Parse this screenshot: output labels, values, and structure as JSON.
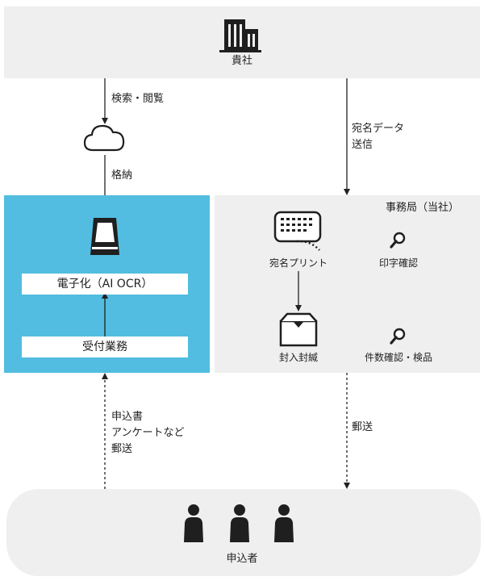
{
  "company": {
    "label": "貴社",
    "icon": "building-icon"
  },
  "applicant": {
    "label": "申込者",
    "icon": "person-icon"
  },
  "arrows": {
    "search_view": "検索・閲覧",
    "storage": "格納",
    "address_send": "宛名データ\n送信",
    "application_mail": "申込書\nアンケートなど\n郵送",
    "mail": "郵送"
  },
  "digitization": {
    "ocr_label": "電子化（AI OCR）",
    "reception_label": "受付業務",
    "scanner_icon": "scanner-icon"
  },
  "office": {
    "title": "事務局（当社）",
    "address_print": "宛名プリント",
    "print_check": "印字確認",
    "sealing": "封入封緘",
    "count_inspect": "件数確認・検品"
  },
  "colors": {
    "digital_bg": "#52bde0",
    "panel_bg": "#efefef",
    "icon": "#1f1f1f"
  }
}
